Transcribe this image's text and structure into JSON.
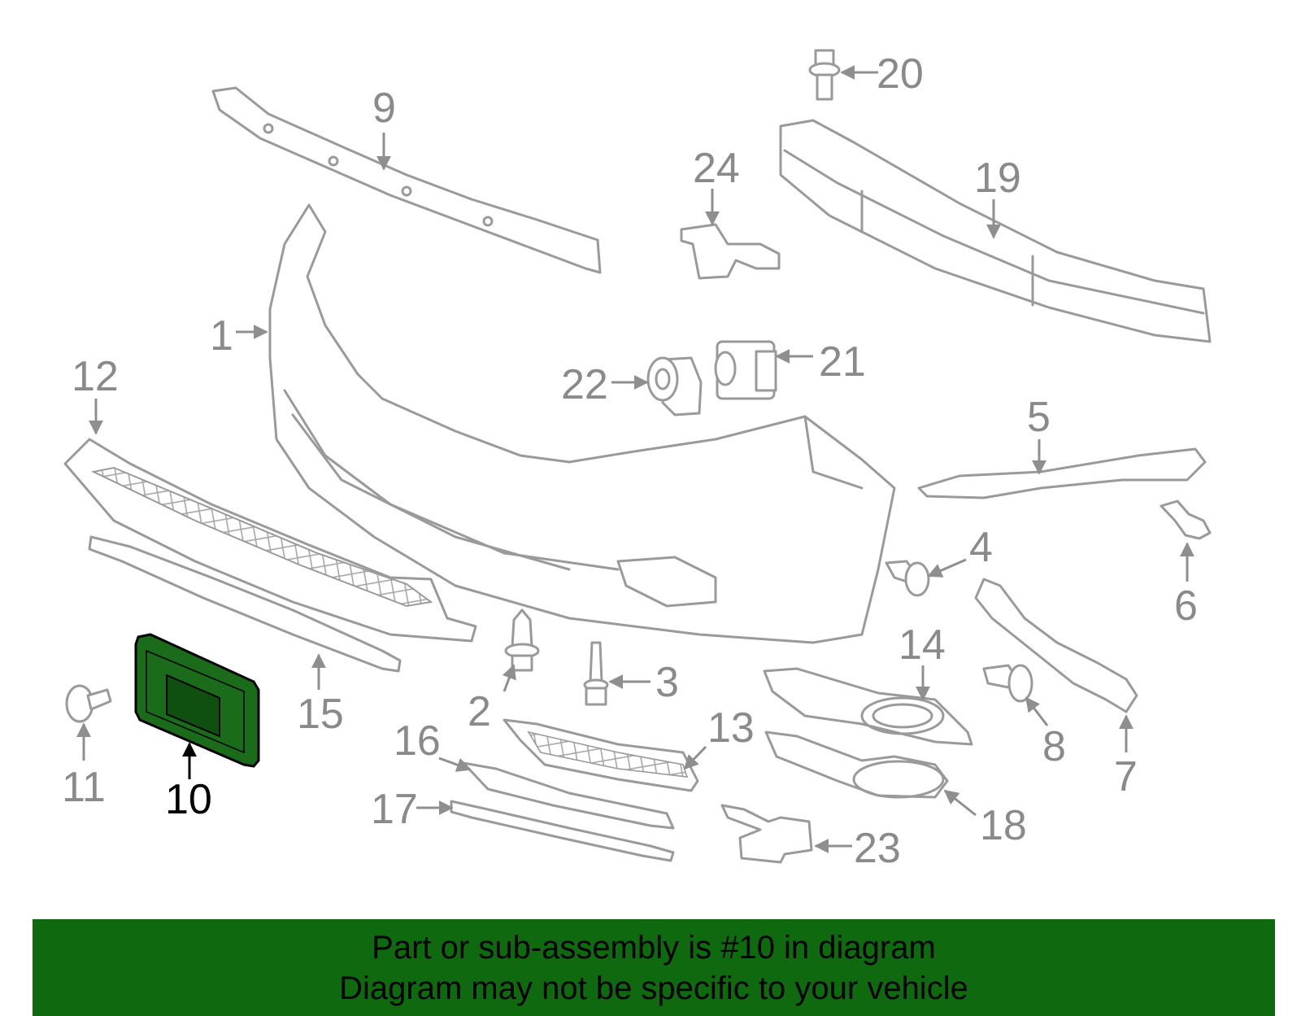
{
  "callouts": {
    "c1": "1",
    "c2": "2",
    "c3": "3",
    "c4": "4",
    "c5": "5",
    "c6": "6",
    "c7": "7",
    "c8": "8",
    "c9": "9",
    "c10": "10",
    "c11": "11",
    "c12": "12",
    "c13": "13",
    "c14": "14",
    "c15": "15",
    "c16": "16",
    "c17": "17",
    "c18": "18",
    "c19": "19",
    "c20": "20",
    "c21": "21",
    "c22": "22",
    "c23": "23",
    "c24": "24"
  },
  "highlighted_part": "10",
  "colors": {
    "highlight_fill": "#1a6b1a",
    "banner": "#0f6a0f",
    "part_stroke": "#9a9a9a"
  },
  "banner": {
    "line1": "Part or sub-assembly is #10 in diagram",
    "line2": "Diagram may not be specific to your vehicle"
  }
}
